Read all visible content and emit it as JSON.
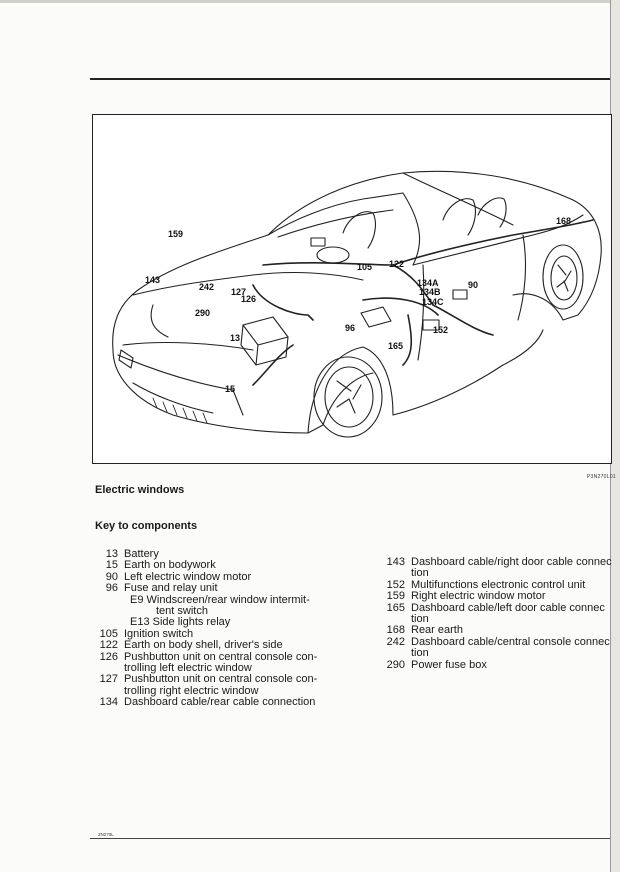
{
  "figure": {
    "code": "P3N270L01",
    "callouts": {
      "c13": "13",
      "c15": "15",
      "c90": "90",
      "c96": "96",
      "c105": "105",
      "c122": "122",
      "c126": "126",
      "c127": "127",
      "c134a": "134A",
      "c134b": "134B",
      "c134c": "134C",
      "c143": "143",
      "c152": "152",
      "c159": "159",
      "c165": "165",
      "c168": "168",
      "c242": "242",
      "c290": "290"
    }
  },
  "caption": "Electric windows",
  "key_title": "Key to components",
  "components_left": [
    {
      "num": "13",
      "text": "Battery"
    },
    {
      "num": "15",
      "text": "Earth on bodywork"
    },
    {
      "num": "90",
      "text": "Left electric window motor"
    },
    {
      "num": "96",
      "text": "Fuse and relay unit"
    },
    {
      "num": "",
      "text": "E9 Windscreen/rear window intermit-"
    },
    {
      "num": "",
      "text": "tent switch"
    },
    {
      "num": "",
      "text": "E13 Side lights relay"
    },
    {
      "num": "105",
      "text": "Ignition switch"
    },
    {
      "num": "122",
      "text": "Earth on body shell, driver's side"
    },
    {
      "num": "126",
      "text": "Pushbutton unit on central console con-"
    },
    {
      "num": "",
      "text": "trolling left electric window"
    },
    {
      "num": "127",
      "text": "Pushbutton unit on central console con-"
    },
    {
      "num": "",
      "text": "trolling right electric window"
    },
    {
      "num": "134",
      "text": "Dashboard cable/rear cable connection"
    }
  ],
  "components_right": [
    {
      "num": "143",
      "text": "Dashboard cable/right door cable connec"
    },
    {
      "num": "",
      "text": "tion"
    },
    {
      "num": "152",
      "text": "Multifunctions electronic control unit"
    },
    {
      "num": "159",
      "text": "Right electric window motor"
    },
    {
      "num": "165",
      "text": "Dashboard cable/left door cable connec"
    },
    {
      "num": "",
      "text": "tion"
    },
    {
      "num": "168",
      "text": "Rear earth"
    },
    {
      "num": "242",
      "text": "Dashboard cable/central console connec"
    },
    {
      "num": "",
      "text": "tion"
    },
    {
      "num": "290",
      "text": "Power fuse box"
    }
  ],
  "footer_code": "2N270L"
}
